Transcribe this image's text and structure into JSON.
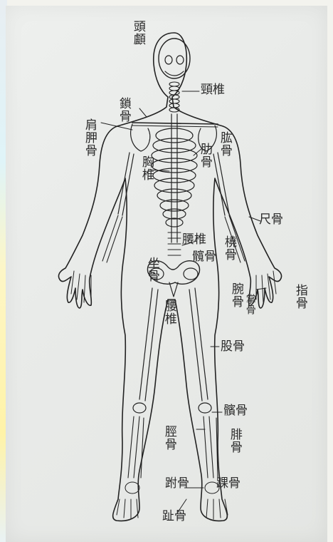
{
  "labels": {
    "skull": "頭顱",
    "cervical": "頸椎",
    "clavicle": "鎖骨",
    "scapula": "肩胛骨",
    "humerus": "肱骨",
    "thoracic": "胸椎",
    "rib": "肋骨",
    "ulna": "尺骨",
    "radius": "橈骨",
    "lumbar": "腰椎",
    "pelvis": "髖骨",
    "sacrum": "坐骨",
    "carpal": "腕骨",
    "metacarpal": "掌骨",
    "phalanges_hand": "指骨",
    "femur": "股骨",
    "patella": "髕骨",
    "tibia": "脛骨",
    "fibula": "腓骨",
    "tarsal": "跗骨",
    "ankle": "踝骨",
    "phalanges_foot": "趾骨"
  }
}
